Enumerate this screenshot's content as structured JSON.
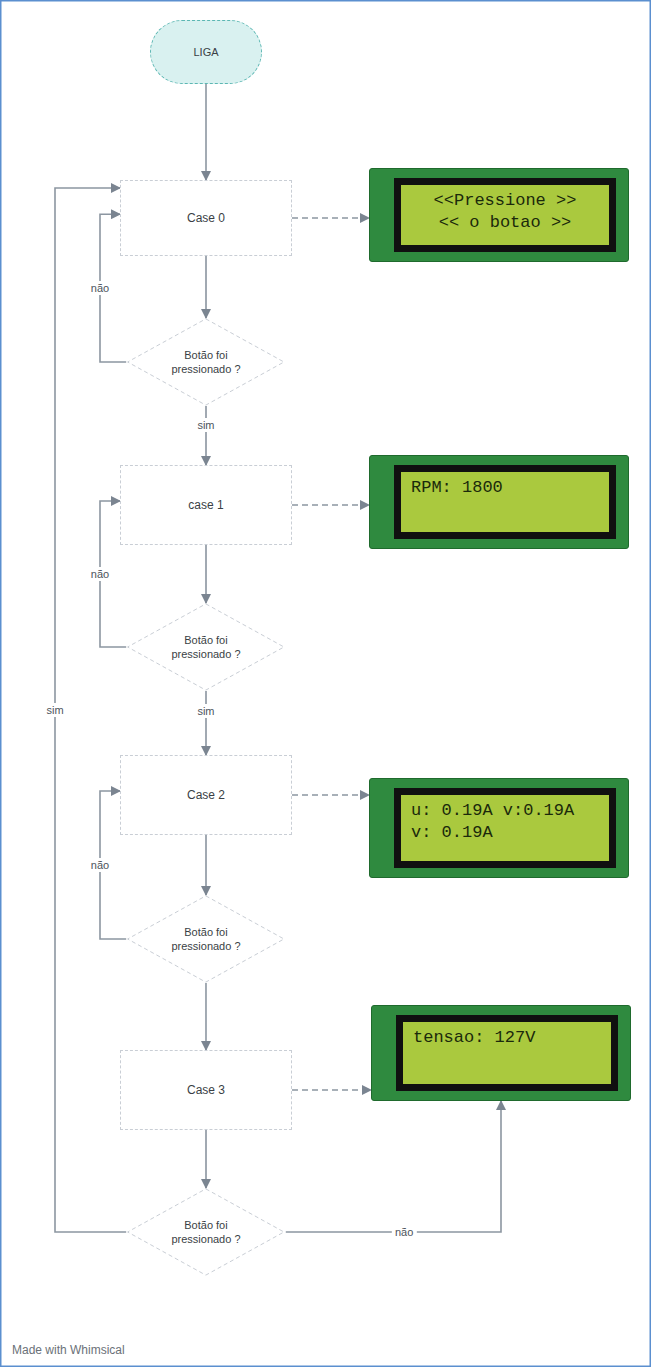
{
  "diagram": {
    "nodes": [
      {
        "text": [
          "LIGA"
        ]
      },
      {
        "text": [
          "Case 0"
        ]
      },
      {
        "text": [
          "<<Pressione >>",
          "<< o botao >>"
        ]
      },
      {
        "text": [
          "Botão foi pressionado ?"
        ]
      },
      {
        "text": [
          "case 1"
        ]
      },
      {
        "text": [
          "RPM: 1800"
        ]
      },
      {
        "text": [
          "Botão foi pressionado ?"
        ]
      },
      {
        "text": [
          "Case 2"
        ]
      },
      {
        "text": [
          "u: 0.19A v:0.19A",
          "v: 0.19A"
        ]
      },
      {
        "text": [
          "Botão foi pressionado ?"
        ]
      },
      {
        "text": [
          "Case 3"
        ]
      },
      {
        "text": [
          "tensao: 127V"
        ]
      },
      {
        "text": [
          "Botão foi pressionado ?"
        ]
      }
    ],
    "edges": [
      {
        "from": 0,
        "to": 1,
        "arrow": "to"
      },
      {
        "from": 1,
        "to": 2,
        "arrow": "to"
      },
      {
        "from": 1,
        "to": 3,
        "arrow": "to"
      },
      {
        "from": 3,
        "to": 1,
        "label": "não",
        "arrow": "to"
      },
      {
        "from": 3,
        "to": 4,
        "label": "sim",
        "arrow": "to"
      },
      {
        "from": 4,
        "to": 5,
        "arrow": "to"
      },
      {
        "from": 4,
        "to": 6,
        "arrow": "to"
      },
      {
        "from": 6,
        "to": 4,
        "label": "não",
        "arrow": "to"
      },
      {
        "from": 6,
        "to": 7,
        "label": "sim",
        "arrow": "to"
      },
      {
        "from": 7,
        "to": 8,
        "arrow": "to"
      },
      {
        "from": 7,
        "to": 9,
        "arrow": "to"
      },
      {
        "from": 9,
        "to": 7,
        "label": "não",
        "arrow": "to"
      },
      {
        "from": 9,
        "to": 10,
        "arrow": "to"
      },
      {
        "from": 10,
        "to": 11,
        "arrow": "to"
      },
      {
        "from": 10,
        "to": 12,
        "arrow": "to"
      },
      {
        "from": 12,
        "to": 11,
        "label": "não",
        "arrow": "to"
      },
      {
        "from": 12,
        "to": 1,
        "label": "sim",
        "arrow": "to"
      }
    ],
    "labels": [
      "Made with Whimsical"
    ]
  }
}
